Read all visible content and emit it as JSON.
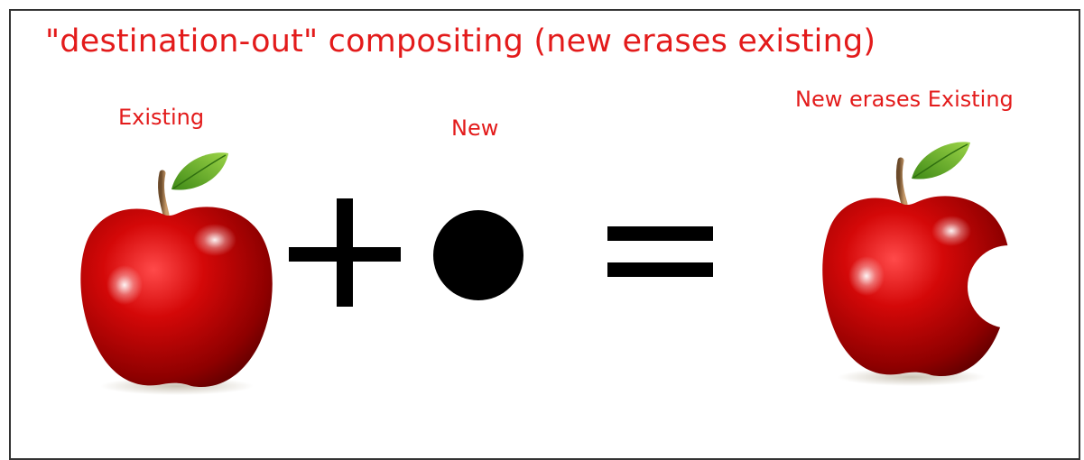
{
  "title": "\"destination-out\" compositing (new erases existing)",
  "labels": {
    "existing": "Existing",
    "new": "New",
    "result": "New erases Existing"
  },
  "colors": {
    "text": "#e31b1b",
    "symbol": "#000000",
    "apple": "#c40000",
    "leaf": "#4a9a1e"
  },
  "icons": {
    "existing": "apple-icon",
    "operator_plus": "plus-sign-icon",
    "new": "black-circle-icon",
    "operator_equals": "equals-sign-icon",
    "result": "bitten-apple-icon"
  }
}
